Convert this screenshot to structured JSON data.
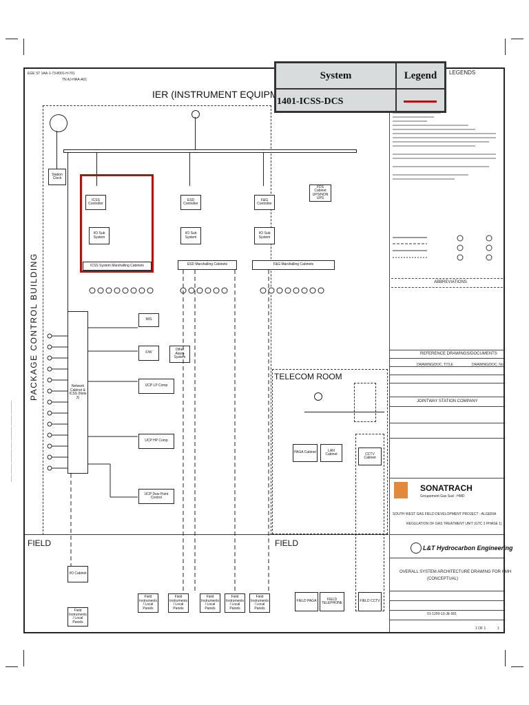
{
  "legend": {
    "system_header": "System",
    "legend_header": "Legend",
    "row_label": "1401-ICSS-DCS",
    "swatch_color": "#b01111"
  },
  "header": {
    "top_left_ref": "EGE ST 1AA-1-73-8001-H-701",
    "top_left_ref2": "TN AJ-HAA-A01",
    "legends_label": "LEGENDS"
  },
  "rooms": {
    "ier": "IER (INSTRUMENT EQUIPMENT ROO",
    "package_building": "PACKAGE CONTROL BUILDING",
    "telecom_room": "TELECOM ROOM",
    "field_left": "FIELD",
    "field_right": "FIELD"
  },
  "equipment": {
    "station_clock": "Station Clock",
    "icss_controller": "ICSS Controller",
    "io_subsystem": "I/O Sub System",
    "marshalling_left": "ICSS System Marshalling Cabinets",
    "marshalling_mid": "ESD Marshalling Cabinets",
    "marshalling_right": "F&G Marshalling Cabinets",
    "esd_controller": "ESD Controller",
    "fg_controller": "F&G Controller",
    "ups": "FDS Cabinet UPS/NON UPS",
    "mis": "MIS",
    "fw": "F/W",
    "alarm_system": "Other Alarm System",
    "network_cabinet": "Network Cabinet & ICSS (Note 3)",
    "ucp_lp": "UCP LP Comp",
    "ucp_hp": "UCP HP Comp",
    "ucp_dew": "UCP Dew Point Control",
    "paga_cabinet": "PAGA Cabinet",
    "lan_cabinet": "LAN Cabinet",
    "cctv_cabinet": "CCTV Cabinet",
    "io_cabinet_field": "I/O Cabinet",
    "field_instruments": "Field Instruments / Local Panels",
    "field_paga": "FIELD PAGA",
    "field_telephone": "FIELD TELEPHONE",
    "field_cctv": "FIELD CCTV"
  },
  "title_block": {
    "reference_title": "REFERENCE DRAWINGS/DOCUMENTS",
    "ref_col1": "DRAWING/DOC. TITLE",
    "ref_col2": "DRAWING/DOC. No.",
    "abbreviations": "ABBREVIATIONS",
    "company": "JOINTWAY STATION COMPANY",
    "client": "SONATRACH",
    "client_sub": "Groupement Gas Sud - HMD",
    "project": "SOUTH WEST GAS FIELD DEVELOPMENT PROJECT - ALGERIA",
    "project_sub": "REGULATION OF GAS TREATMENT UNIT (GTC 2 PHASE 1)",
    "contractor": "L&T Hydrocarbon Engineering",
    "drawing_title": "OVERALL SYSTEM ARCHITECTURE DRAWING FOR HMH",
    "drawing_title_sub": "(CONCEPTUAL)",
    "doc_number": "01-1200-13-JE-001",
    "sheet": "1 OF 1",
    "rev": "1"
  }
}
